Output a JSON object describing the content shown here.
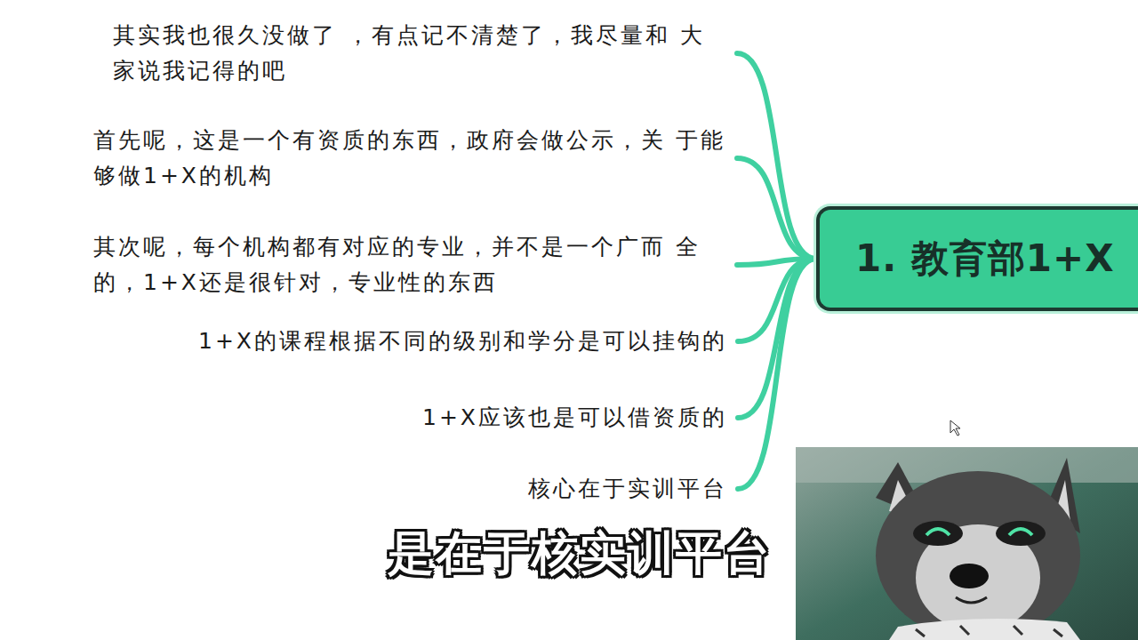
{
  "diagram": {
    "nodes": [
      {
        "text": [
          "1. 教育部1+X"
        ]
      },
      {
        "text": [
          "其实我也很久没做了 ，有点记不清楚了，我尽量和 大家说我记得的吧"
        ]
      },
      {
        "text": [
          "首先呢，这是一个有资质的东西，政府会做公示，关 于能够做1+X的机构"
        ]
      },
      {
        "text": [
          "其次呢，每个机构都有对应的专业，并不是一个广而 全的，1+X还是很针对，专业性的东西"
        ]
      },
      {
        "text": [
          "1+X的课程根据不同的级别和学分是可以挂钩的"
        ]
      },
      {
        "text": [
          "1+X应该也是可以借资质的"
        ]
      },
      {
        "text": [
          "核心在于实训平台"
        ]
      }
    ],
    "edges": [
      {
        "from": 0,
        "to": 1,
        "arrow": "none"
      },
      {
        "from": 0,
        "to": 2,
        "arrow": "none"
      },
      {
        "from": 0,
        "to": 3,
        "arrow": "none"
      },
      {
        "from": 0,
        "to": 4,
        "arrow": "none"
      },
      {
        "from": 0,
        "to": 5,
        "arrow": "none"
      },
      {
        "from": 0,
        "to": 6,
        "arrow": "none"
      }
    ],
    "labels": [
      "是在于核实训平台"
    ]
  }
}
